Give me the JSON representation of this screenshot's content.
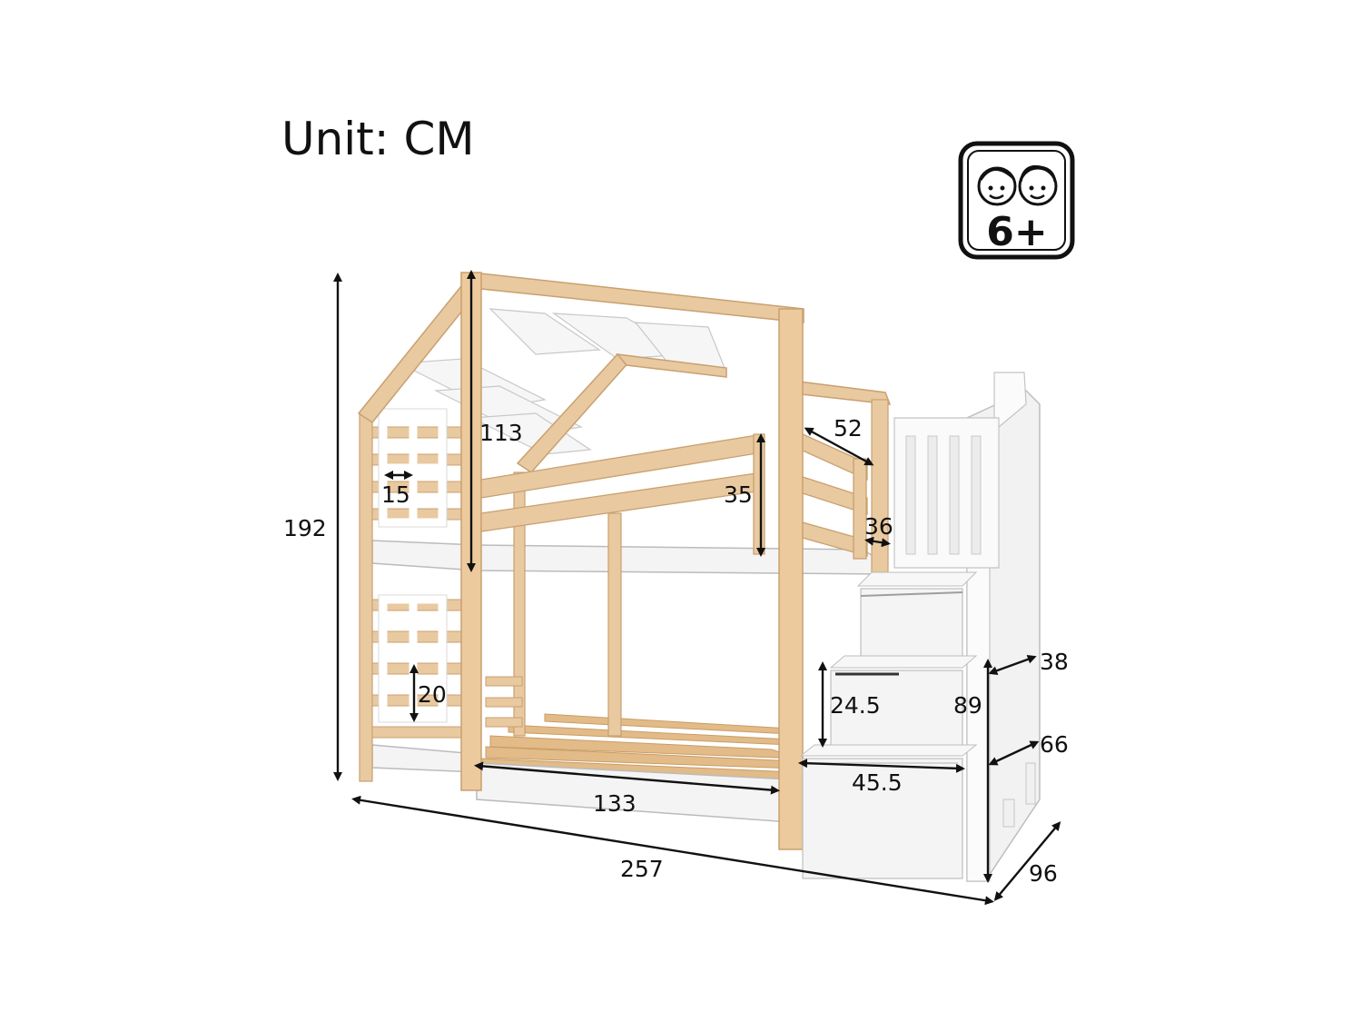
{
  "unit_label": "Unit: CM",
  "age_badge": {
    "text": "6+",
    "icon": "two-children-faces-icon"
  },
  "colors": {
    "wood": "#e9c9a0",
    "wood_dark": "#cfa877",
    "white_part": "#f4f4f4",
    "line": "#111111"
  },
  "dimensions": {
    "total_height": "192",
    "total_length": "257",
    "depth": "96",
    "upper_frame_height": "113",
    "guard_rail_height": "35",
    "guard_rail_gap": "36",
    "rail_length": "52",
    "window_upper": "15",
    "window_lower": "20",
    "mattress_length": "133",
    "drawer_height": "24.5",
    "drawer_width": "45.5",
    "stairs_height": "89",
    "stair_depth_top": "38",
    "stair_depth_bottom": "66"
  }
}
